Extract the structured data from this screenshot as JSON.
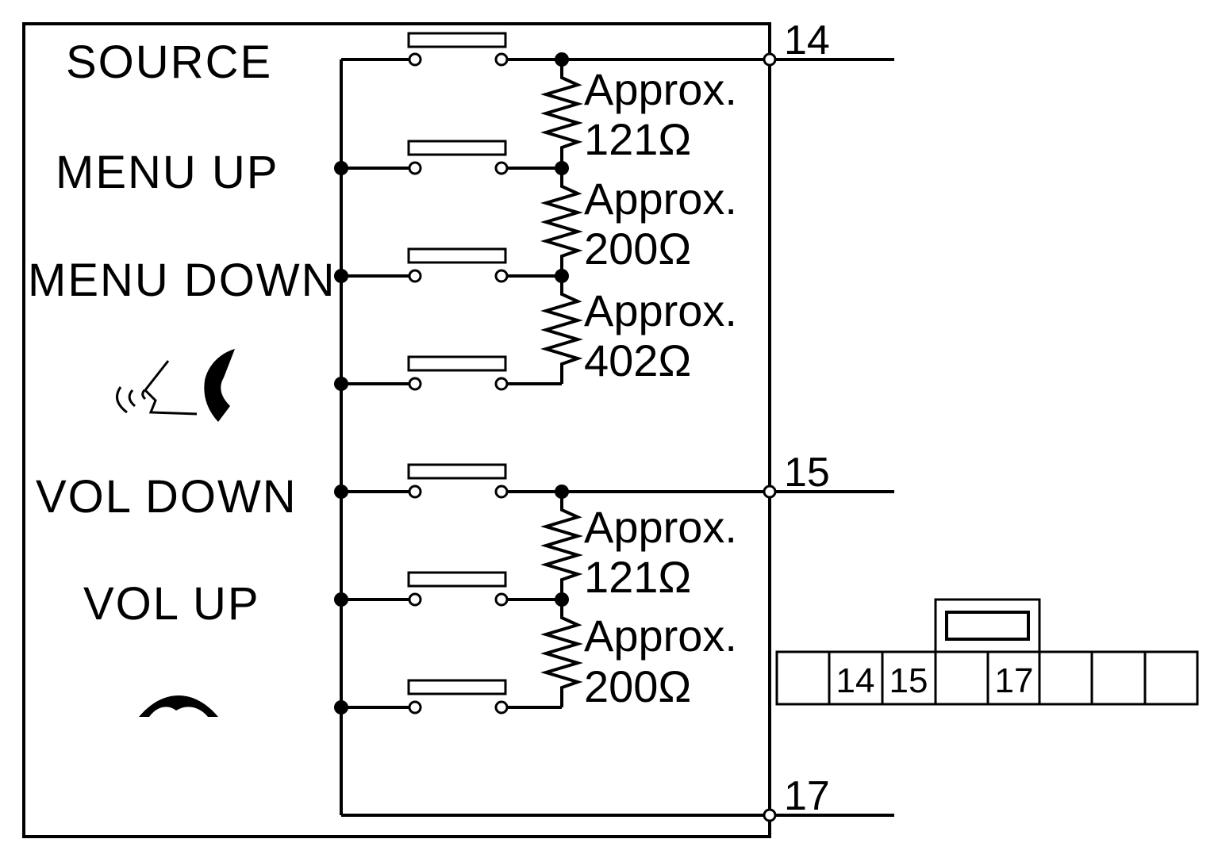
{
  "switches": [
    {
      "label": "SOURCE"
    },
    {
      "label": "MENU UP"
    },
    {
      "label": "MENU DOWN"
    },
    {
      "label": "",
      "icon": "voice-phone-icon"
    },
    {
      "label": "VOL DOWN"
    },
    {
      "label": "VOL UP"
    },
    {
      "label": "",
      "icon": "hang-up-icon"
    }
  ],
  "resistors": [
    {
      "prefix": "Approx.",
      "value": "121Ω"
    },
    {
      "prefix": "Approx.",
      "value": "200Ω"
    },
    {
      "prefix": "Approx.",
      "value": "402Ω"
    },
    {
      "prefix": "Approx.",
      "value": "121Ω"
    },
    {
      "prefix": "Approx.",
      "value": "200Ω"
    }
  ],
  "terminals": [
    {
      "label": "14"
    },
    {
      "label": "15"
    },
    {
      "label": "17"
    }
  ],
  "connector": {
    "cells": [
      "",
      "14",
      "15",
      "",
      "17",
      "",
      "",
      ""
    ]
  }
}
